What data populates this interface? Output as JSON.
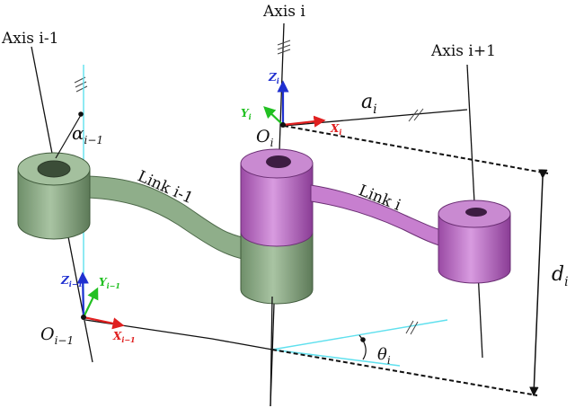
{
  "labels": {
    "axis_prev": "Axis i-1",
    "axis_i": "Axis i",
    "axis_next": "Axis i+1",
    "link_prev": "Link i-1",
    "link_i": "Link i",
    "alpha": {
      "base": "α",
      "sub": "i−1"
    },
    "a": {
      "base": "a",
      "sub": "i"
    },
    "d": {
      "base": "d",
      "sub": "i"
    },
    "theta": {
      "base": "θ",
      "sub": "i"
    },
    "origin_i": {
      "base": "O",
      "sub": "i"
    },
    "origin_prev": {
      "base": "O",
      "sub": "i−1"
    },
    "frame_i": {
      "x": {
        "base": "X",
        "sub": "i"
      },
      "y": {
        "base": "Y",
        "sub": "i"
      },
      "z": {
        "base": "Z",
        "sub": "i"
      }
    },
    "frame_prev": {
      "x": {
        "base": "X",
        "sub": "i−1"
      },
      "y": {
        "base": "Y",
        "sub": "i−1"
      },
      "z": {
        "base": "Z",
        "sub": "i−1"
      }
    }
  },
  "colors": {
    "green_link": "#8fae8a",
    "green_dark": "#5f7d5b",
    "purple_link": "#c77fcf",
    "purple_dark": "#8b3f94",
    "axis_x": "#e02020",
    "axis_y": "#22c022",
    "axis_z": "#2030d0",
    "cyan": "#5fe0ee",
    "line": "#111111"
  }
}
